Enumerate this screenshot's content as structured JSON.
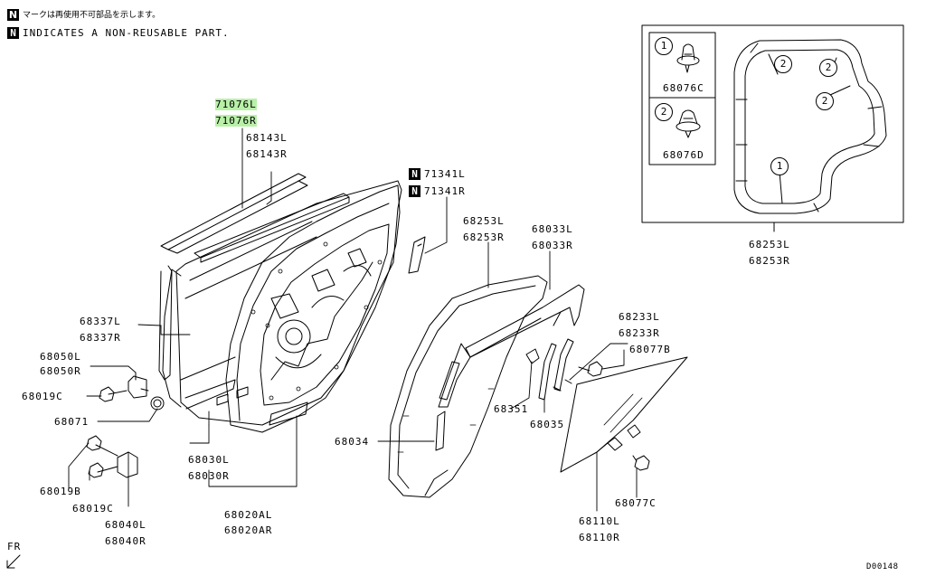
{
  "notes": {
    "badge": "N",
    "japanese": "マークは再使用不可部品を示します。",
    "english": "INDICATES A NON-REUSABLE PART."
  },
  "parts": {
    "p71076l": "71076L",
    "p71076r": "71076R",
    "p68143l": "68143L",
    "p68143r": "68143R",
    "p71341l": "71341L",
    "p71341r": "71341R",
    "p68253l": "68253L",
    "p68253r": "68253R",
    "p68033l": "68033L",
    "p68033r": "68033R",
    "p68337l": "68337L",
    "p68337r": "68337R",
    "p68050l": "68050L",
    "p68050r": "68050R",
    "p68019c_a": "68019C",
    "p68071": "68071",
    "p68233l": "68233L",
    "p68233r": "68233R",
    "p68077b": "68077B",
    "p68351": "68351",
    "p68035": "68035",
    "p68034": "68034",
    "p68030l": "68030L",
    "p68030r": "68030R",
    "p68019b": "68019B",
    "p68019c_b": "68019C",
    "p68040l": "68040L",
    "p68040r": "68040R",
    "p68020al": "68020AL",
    "p68020ar": "68020AR",
    "p68077c": "68077C",
    "p68110l": "68110L",
    "p68110r": "68110R",
    "p68253l_b": "68253L",
    "p68253r_b": "68253R"
  },
  "inset": {
    "clip1_num": "1",
    "clip1_part": "68076C",
    "clip2_num": "2",
    "clip2_part": "68076D",
    "callout_2a": "2",
    "callout_2b": "2",
    "callout_2c": "2",
    "callout_1": "1"
  },
  "footer": {
    "direction": "FR",
    "diagram_id": "D00148"
  }
}
